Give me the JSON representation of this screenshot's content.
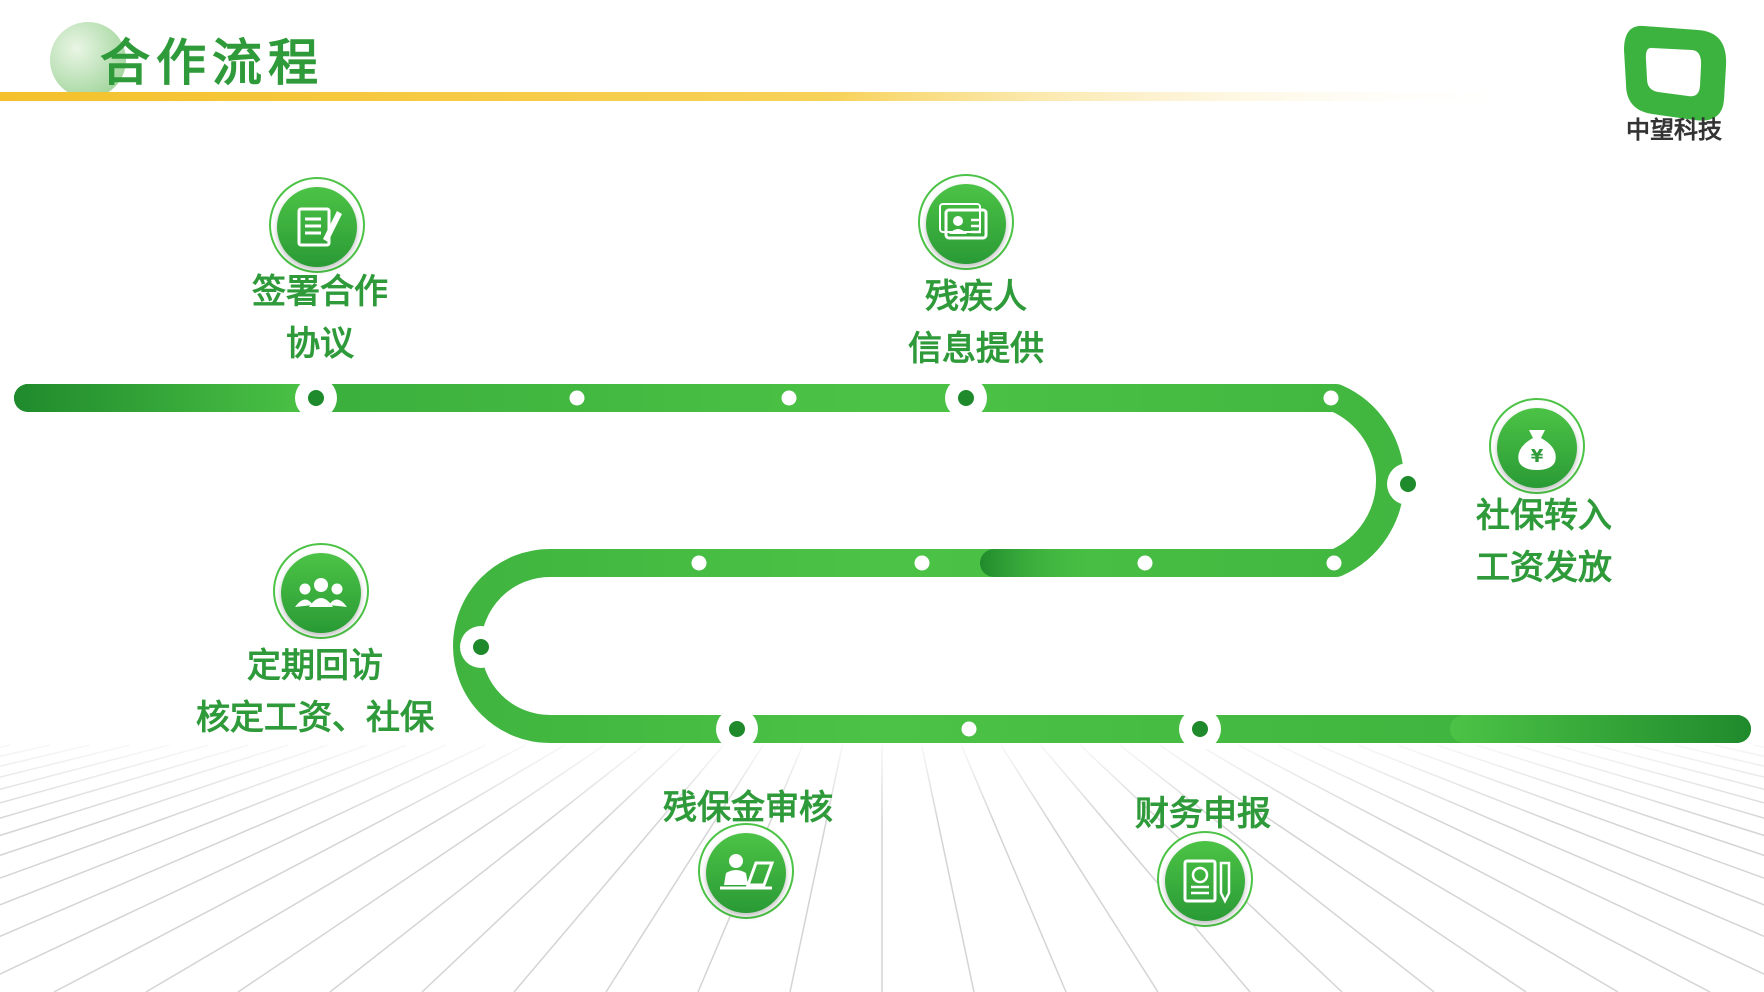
{
  "header": {
    "title": "合作流程",
    "brand": {
      "name": "中望科技",
      "logo_icon": "rounded-square-o-logo-icon"
    }
  },
  "colors": {
    "accent_green": "#2f9a3a",
    "path_green_light": "#4cc346",
    "path_green_dark": "#1f8a2c",
    "title_bar_yellow": "#f4c12b",
    "floor_line": "#d4d4d4"
  },
  "steps": [
    {
      "lines": [
        "签署合作",
        "协议"
      ],
      "icon": "document-pen-icon"
    },
    {
      "lines": [
        "残疾人",
        "信息提供"
      ],
      "icon": "id-card-icon"
    },
    {
      "lines": [
        "社保转入",
        "工资发放"
      ],
      "icon": "money-bag-icon"
    },
    {
      "lines": [
        "定期回访",
        "核定工资、社保"
      ],
      "icon": "people-group-icon"
    },
    {
      "lines": [
        "残保金审核"
      ],
      "icon": "person-laptop-icon"
    },
    {
      "lines": [
        "财务申报"
      ],
      "icon": "finance-report-icon"
    }
  ]
}
